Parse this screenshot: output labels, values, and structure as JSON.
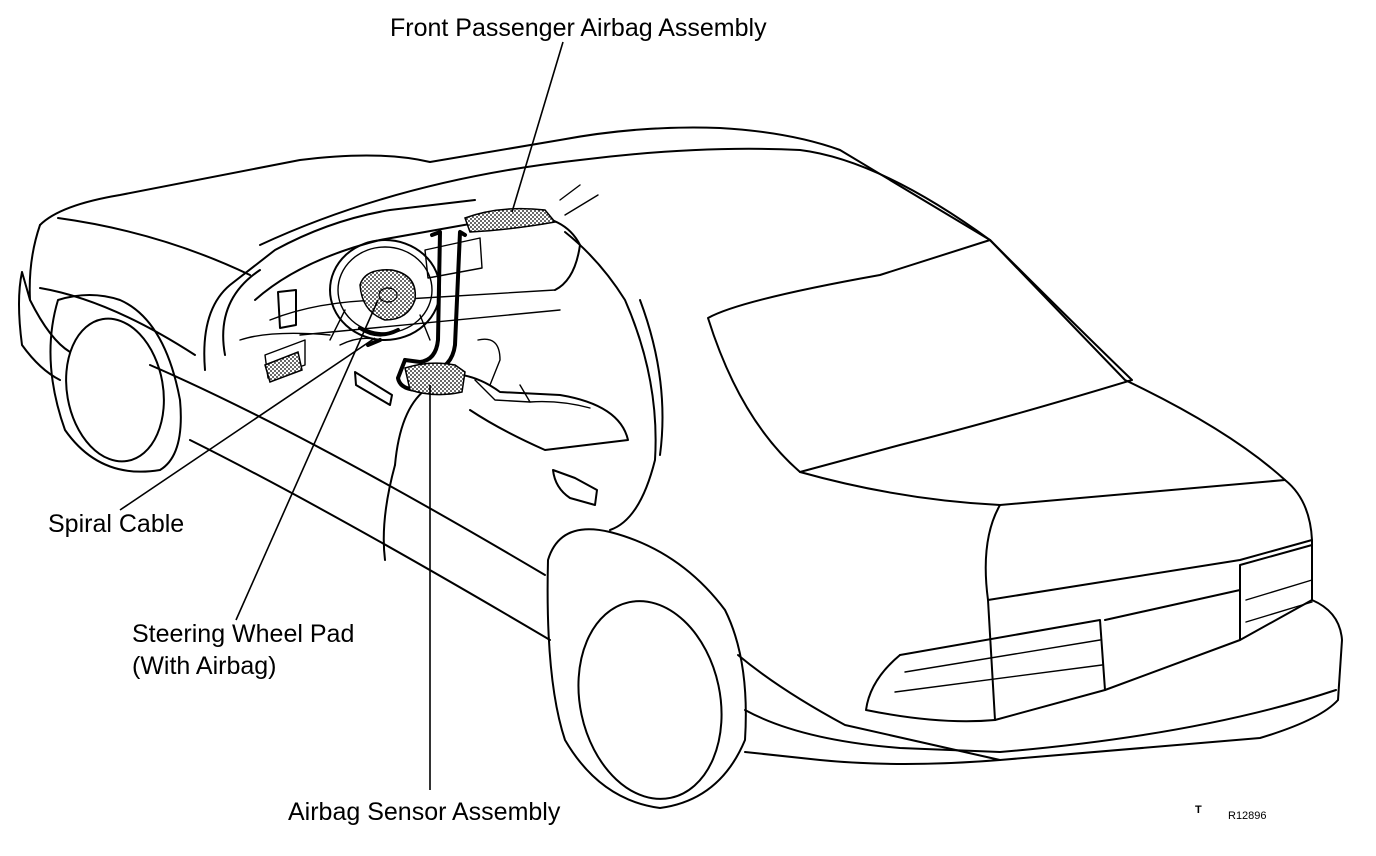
{
  "labels": {
    "front_passenger_airbag": "Front Passenger Airbag Assembly",
    "spiral_cable": "Spiral Cable",
    "steering_wheel_pad_line1": "Steering Wheel Pad",
    "steering_wheel_pad_line2": "(With Airbag)",
    "airbag_sensor": "Airbag Sensor Assembly"
  },
  "figure_code": "R12896",
  "corner_mark": "T"
}
